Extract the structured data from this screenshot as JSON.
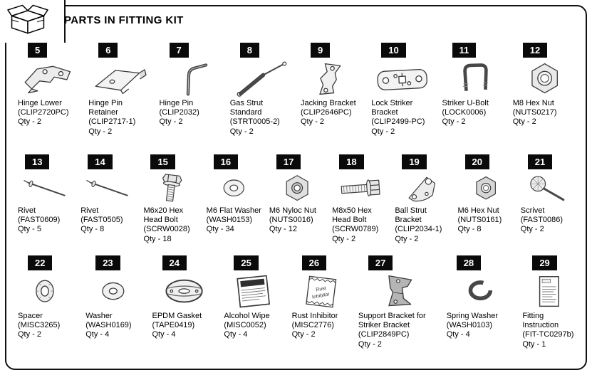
{
  "header": {
    "title": "PARTS IN FITTING KIT"
  },
  "parts": [
    {
      "number": "5",
      "name": "Hinge Lower",
      "code": "(CLIP2720PC)",
      "qty": "Qty - 2"
    },
    {
      "number": "6",
      "name": "Hinge Pin Retainer",
      "code": "(CLIP2717-1)",
      "qty": "Qty - 2"
    },
    {
      "number": "7",
      "name": "Hinge Pin",
      "code": "(CLIP2032)",
      "qty": "Qty - 2"
    },
    {
      "number": "8",
      "name": "Gas Strut Standard",
      "code": "(STRT0005-2)",
      "qty": "Qty - 2"
    },
    {
      "number": "9",
      "name": "Jacking Bracket",
      "code": "(CLIP2646PC)",
      "qty": "Qty - 2"
    },
    {
      "number": "10",
      "name": "Lock Striker Bracket",
      "code": "(CLIP2499-PC)",
      "qty": "Qty - 2"
    },
    {
      "number": "11",
      "name": "Striker U-Bolt",
      "code": "(LOCK0006)",
      "qty": "Qty - 2"
    },
    {
      "number": "12",
      "name": "M8 Hex Nut",
      "code": "(NUTS0217)",
      "qty": "Qty - 2"
    },
    {
      "number": "13",
      "name": "Rivet",
      "code": "(FAST0609)",
      "qty": "Qty - 5"
    },
    {
      "number": "14",
      "name": "Rivet",
      "code": "(FAST0505)",
      "qty": "Qty - 8"
    },
    {
      "number": "15",
      "name": "M6x20 Hex Head Bolt",
      "code": "(SCRW0028)",
      "qty": "Qty - 18"
    },
    {
      "number": "16",
      "name": "M6 Flat Washer",
      "code": "(WASH0153)",
      "qty": "Qty - 34"
    },
    {
      "number": "17",
      "name": "M6 Nyloc Nut",
      "code": "(NUTS0016)",
      "qty": "Qty - 12"
    },
    {
      "number": "18",
      "name": "M8x50 Hex Head Bolt",
      "code": "(SCRW0789)",
      "qty": "Qty - 2"
    },
    {
      "number": "19",
      "name": "Ball Strut Bracket",
      "code": "(CLIP2034-1)",
      "qty": "Qty - 2"
    },
    {
      "number": "20",
      "name": "M6 Hex Nut",
      "code": "(NUTS0161)",
      "qty": "Qty - 8"
    },
    {
      "number": "21",
      "name": "Scrivet",
      "code": "(FAST0086)",
      "qty": "Qty - 2"
    },
    {
      "number": "22",
      "name": "Spacer",
      "code": "(MISC3265)",
      "qty": "Qty - 2"
    },
    {
      "number": "23",
      "name": "Washer",
      "code": "(WASH0169)",
      "qty": "Qty - 4"
    },
    {
      "number": "24",
      "name": "EPDM Gasket",
      "code": "(TAPE0419)",
      "qty": "Qty - 4"
    },
    {
      "number": "25",
      "name": "Alcohol Wipe",
      "code": "(MISC0052)",
      "qty": "Qty - 4"
    },
    {
      "number": "26",
      "name": "Rust Inhibitor",
      "code": "(MISC2776)",
      "qty": "Qty - 2",
      "icon_line1": "Rust",
      "icon_line2": "Inhibitor"
    },
    {
      "number": "27",
      "name": "Support Bracket for Striker Bracket",
      "code": "(CLIP2849PC)",
      "qty": "Qty - 2"
    },
    {
      "number": "28",
      "name": "Spring Washer",
      "code": "(WASH0103)",
      "qty": "Qty - 4"
    },
    {
      "number": "29",
      "name": "Fitting Instruction",
      "code": "(FIT-TC0297b)",
      "qty": "Qty - 1"
    }
  ]
}
